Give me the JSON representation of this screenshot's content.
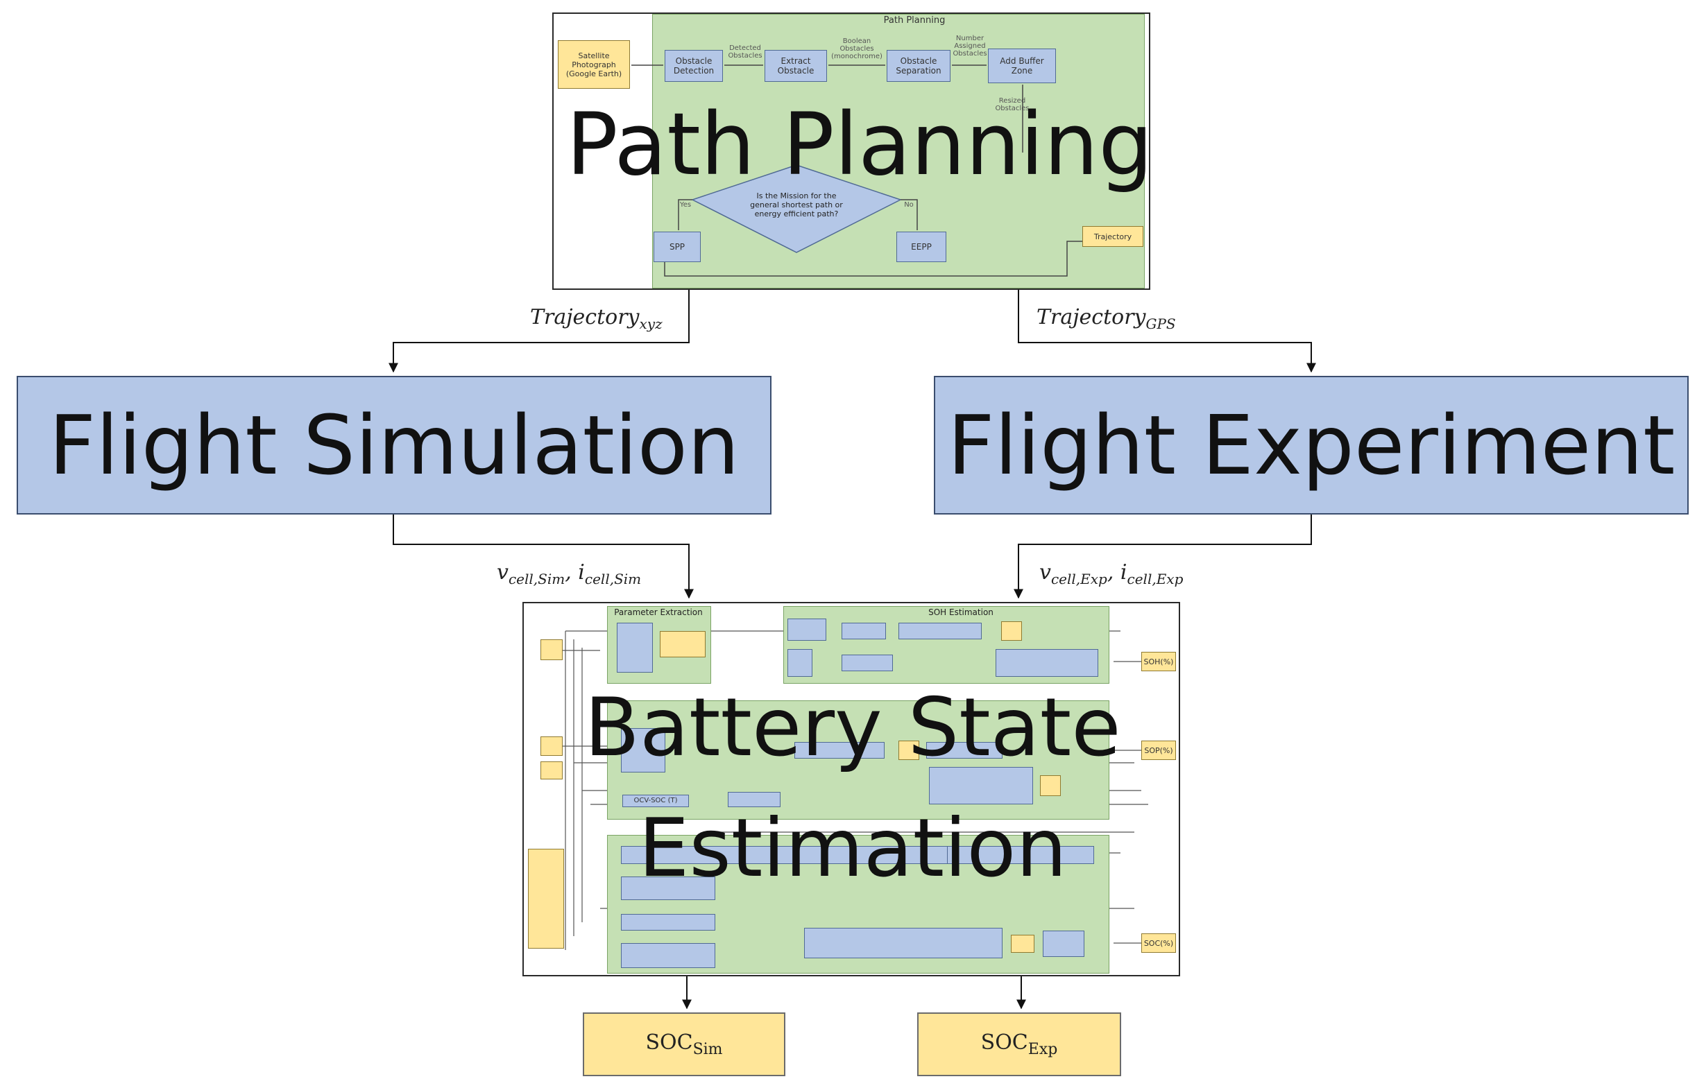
{
  "path_planning": {
    "overlay_title": "Path Planning",
    "inner_title": "Path Planning",
    "satellite_photo": "Satellite Photograph (Google Earth)",
    "obstacle_detection": "Obstacle Detection",
    "extract_obstacle": "Extract Obstacle",
    "obstacle_separation": "Obstacle Separation",
    "add_buffer_zone": "Add Buffer Zone",
    "edge_detected": "Detected Obstacles",
    "edge_boolean": "Boolean Obstacles (monochrome)",
    "edge_assigned": "Number Assigned Obstacles",
    "edge_resized": "Resized Obstacles",
    "decision": "Is the Mission for the general shortest path or energy efficient path?",
    "yes": "Yes",
    "no": "No",
    "spp": "SPP",
    "eepp": "EEPP",
    "trajectory": "Trajectory"
  },
  "labels": {
    "traj_xyz": "Trajectory",
    "traj_xyz_sub": "xyz",
    "traj_gps": "Trajectory",
    "traj_gps_sub": "GPS",
    "sim_signals_v": "v",
    "sim_signals_v_sub": "cell,Sim",
    "sim_signals_i": "i",
    "sim_signals_i_sub": "cell,Sim",
    "exp_signals_v": "v",
    "exp_signals_v_sub": "cell,Exp",
    "exp_signals_i": "i",
    "exp_signals_i_sub": "cell,Exp"
  },
  "flight_simulation": "Flight Simulation",
  "flight_experiment": "Flight Experiment",
  "battery": {
    "overlay_line1": "Battery State",
    "overlay_line2": "Estimation",
    "parameter_extraction": "Parameter Extraction",
    "soh_estimation": "SOH Estimation",
    "output_soh": "SOH(%)",
    "output_sop": "SOP(%)",
    "output_soc": "SOC(%)",
    "ocv_soc": "OCV-SOC (T)"
  },
  "outputs": {
    "soc_sim": "SOC",
    "soc_sim_sub": "Sim",
    "soc_exp": "SOC",
    "soc_exp_sub": "Exp"
  },
  "colors": {
    "blue_box": "#b4c7e7",
    "yellow_box": "#ffe699",
    "green_panel": "#c5e0b4"
  }
}
